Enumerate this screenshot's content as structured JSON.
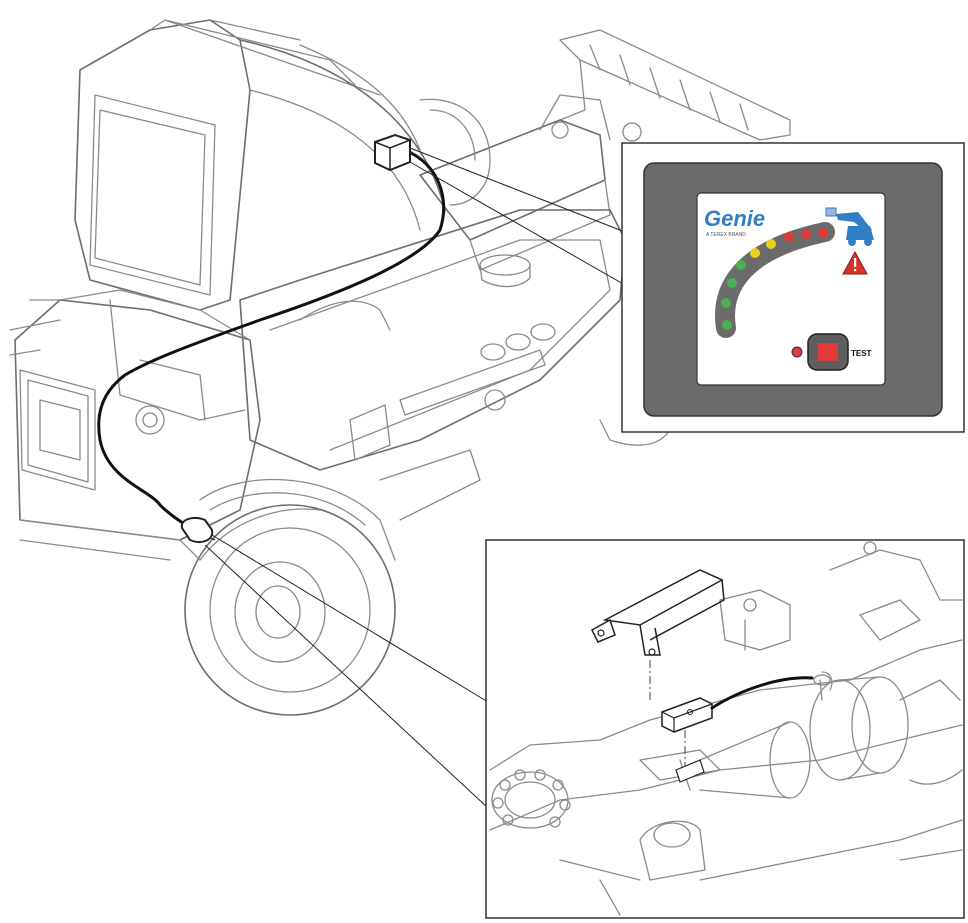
{
  "indicator_panel": {
    "brand": "Genie",
    "brand_tagline": "A TEREX BRAND",
    "test_label": "TEST"
  },
  "colors": {
    "brand_blue": "#2f7fc4",
    "led_green": "#4caf50",
    "led_yellow": "#e8d21e",
    "led_red": "#e23a3a",
    "panel_bezel": "#6b6b6b",
    "warning_red": "#d9322b",
    "cable": "#111111"
  },
  "indicator_leds": [
    "green",
    "green",
    "green",
    "green",
    "yellow",
    "yellow",
    "red",
    "red",
    "red"
  ],
  "icons": {
    "machine": "telehandler-icon",
    "warning": "warning-triangle-icon",
    "test_button": "test-button"
  }
}
